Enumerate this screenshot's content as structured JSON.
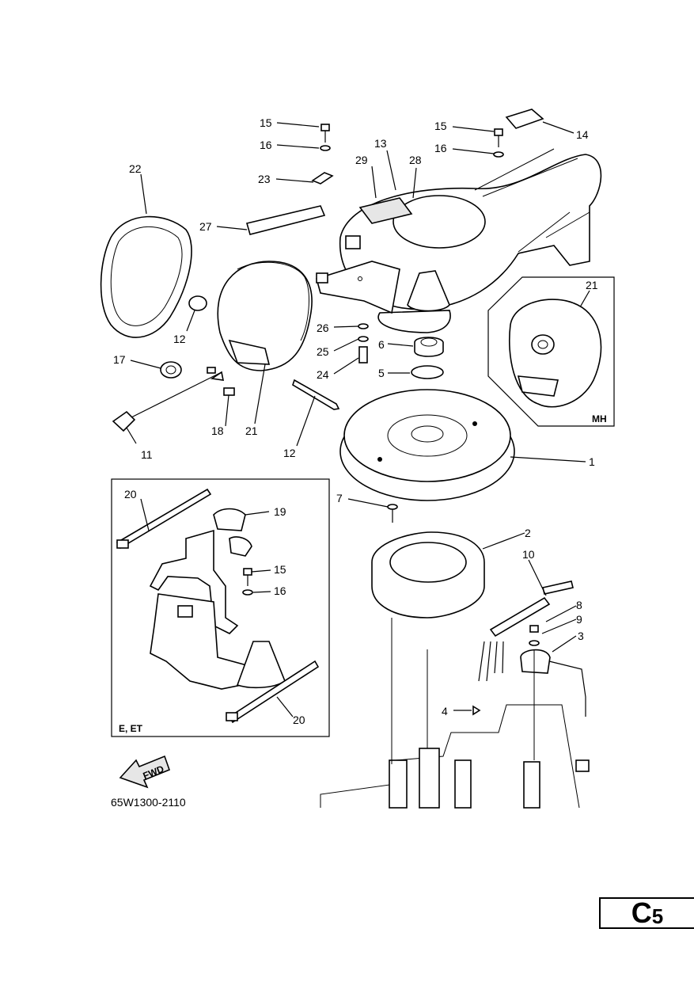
{
  "figure_code": "65W1300-2110",
  "fwd_label": "FWD",
  "inset_mh_label": "MH",
  "inset_e_label": "E, ET",
  "page_code": {
    "letter": "C",
    "number": "5"
  },
  "callouts": {
    "c1": "1",
    "c2": "2",
    "c3": "3",
    "c4": "4",
    "c5": "5",
    "c6": "6",
    "c7": "7",
    "c8": "8",
    "c9": "9",
    "c10": "10",
    "c11": "11",
    "c12a": "12",
    "c12b": "12",
    "c13": "13",
    "c14": "14",
    "c15a": "15",
    "c15b": "15",
    "c15c": "15",
    "c16a": "16",
    "c16b": "16",
    "c16c": "16",
    "c17": "17",
    "c18": "18",
    "c19": "19",
    "c20a": "20",
    "c20b": "20",
    "c21a": "21",
    "c21b": "21",
    "c22": "22",
    "c23": "23",
    "c24": "24",
    "c25": "25",
    "c26": "26",
    "c27": "27",
    "c28": "28",
    "c29": "29"
  }
}
